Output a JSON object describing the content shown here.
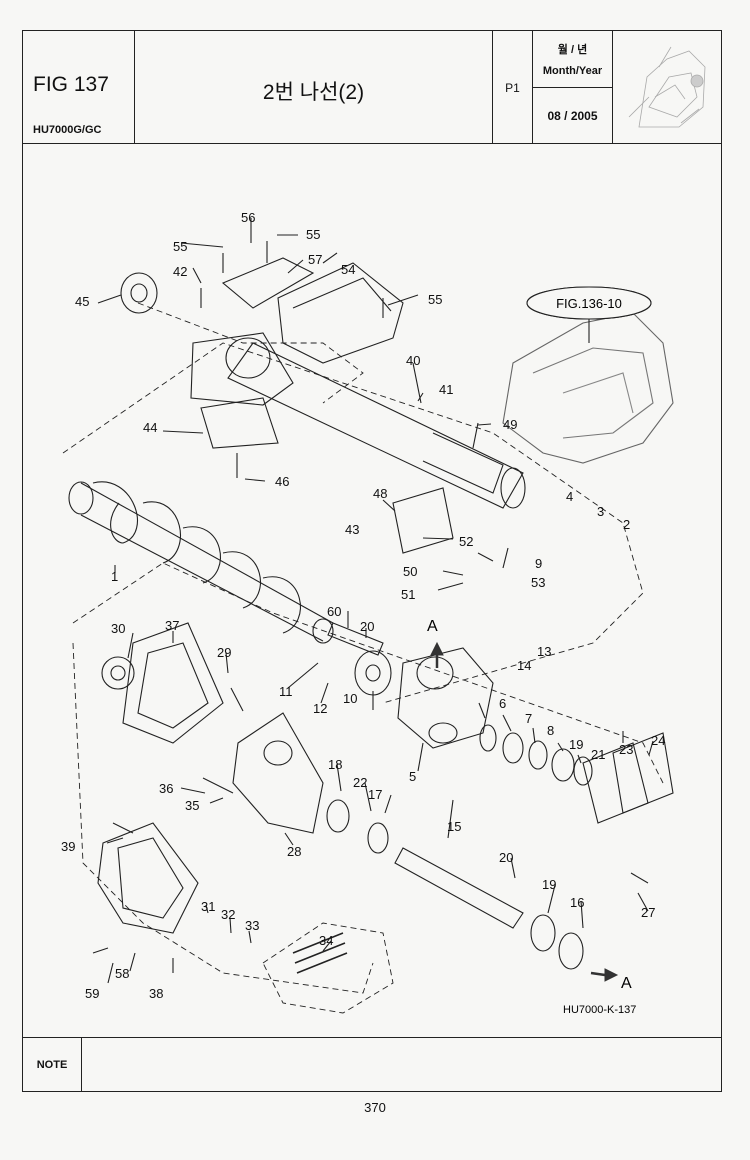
{
  "header": {
    "fig_no": "FIG 137",
    "model": "HU7000G/GC",
    "title": "2번 나선(2)",
    "page_code": "P1",
    "month_year_korean": "월 / 년",
    "month_year_label": "Month/Year",
    "date": "08 / 2005"
  },
  "diagram": {
    "reference_label": "FIG.136-10",
    "drawing_code": "HU7000-K-137",
    "direction_marker": "A",
    "callouts": [
      "1",
      "2",
      "3",
      "4",
      "5",
      "6",
      "7",
      "8",
      "9",
      "10",
      "11",
      "12",
      "13",
      "14",
      "15",
      "16",
      "17",
      "18",
      "19",
      "19",
      "20",
      "20",
      "21",
      "22",
      "23",
      "24",
      "27",
      "28",
      "29",
      "30",
      "31",
      "32",
      "33",
      "34",
      "35",
      "36",
      "37",
      "38",
      "39",
      "40",
      "41",
      "42",
      "43",
      "44",
      "45",
      "46",
      "48",
      "49",
      "50",
      "51",
      "52",
      "53",
      "54",
      "55",
      "55",
      "55",
      "55",
      "56",
      "57",
      "58",
      "59",
      "60"
    ]
  },
  "note": {
    "label": "NOTE",
    "text": ""
  },
  "page_number": "370"
}
